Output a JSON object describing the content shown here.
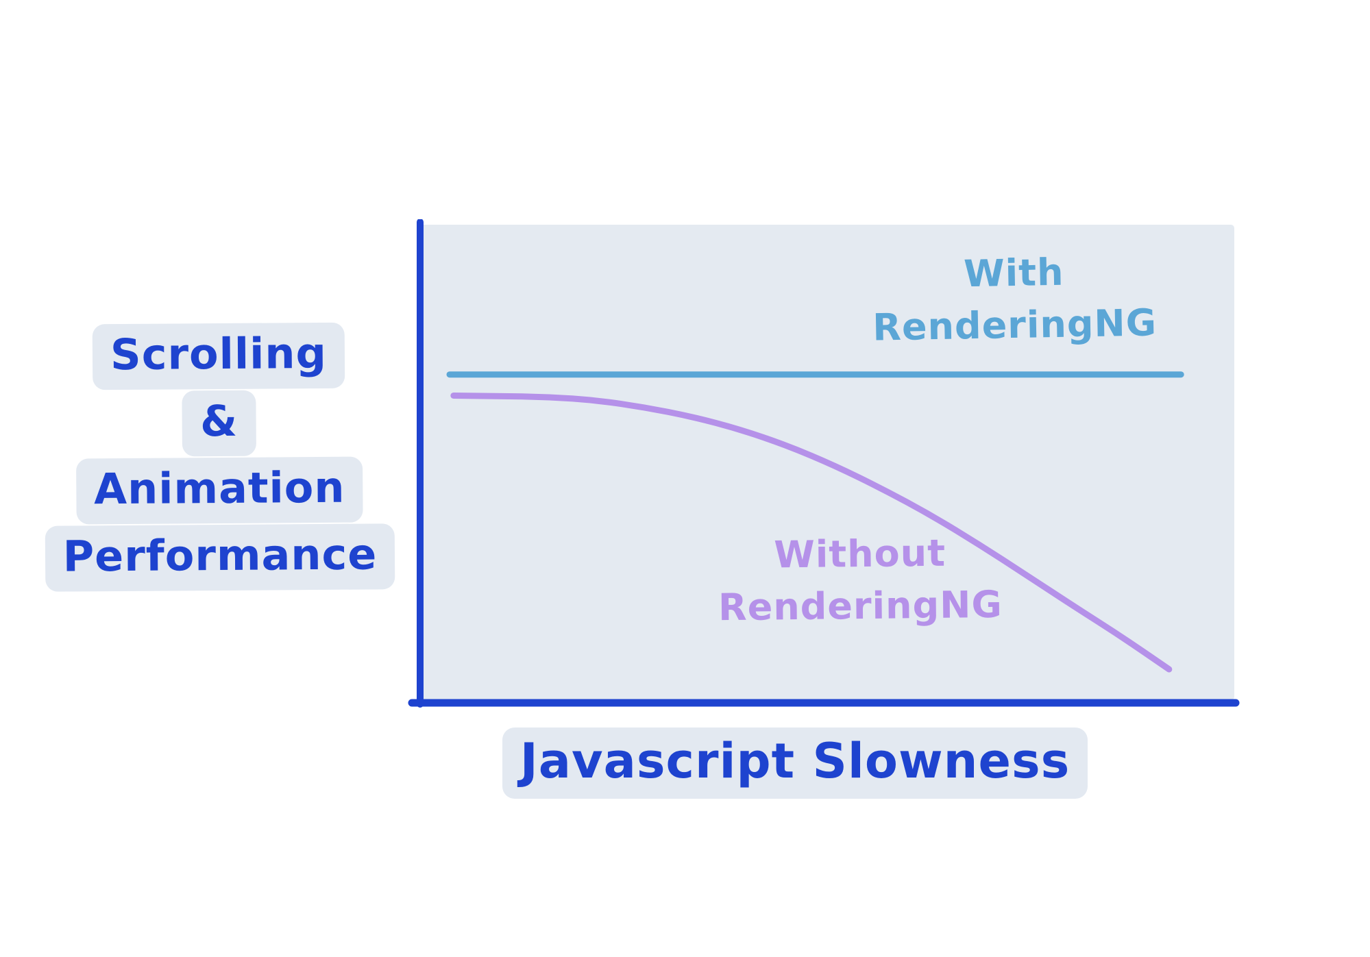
{
  "colors": {
    "page_bg": "#ffffff",
    "axis_blue": "#1e43cf",
    "teal": "#5ba6d6",
    "purple": "#b591e9",
    "plot_bg": "#e4eaf1",
    "highlight": "#e3e9f1"
  },
  "y_axis_label": {
    "lines": [
      "Scrolling",
      "&",
      "Animation",
      "Performance"
    ]
  },
  "x_axis_label": "Javascript Slowness",
  "series_labels": {
    "with": {
      "lines": [
        "With",
        "RenderingNG"
      ]
    },
    "without": {
      "lines": [
        "Without",
        "RenderingNG"
      ]
    }
  },
  "chart_data": {
    "type": "line",
    "title": "",
    "xlabel": "Javascript Slowness",
    "ylabel": "Scrolling & Animation Performance",
    "xlim": [
      0,
      10
    ],
    "ylim": [
      0,
      10
    ],
    "x_ticks": [],
    "y_ticks": [],
    "grid": false,
    "legend_position": "inline labels next to lines (hand-drawn sketch, no numeric axes)",
    "series": [
      {
        "name": "With RenderingNG",
        "color": "#5ba6d6",
        "x": [
          0.25,
          9.45
        ],
        "y": [
          6.9,
          6.9
        ],
        "shape": "flat horizontal line - performance stays constant as JavaScript slowness increases"
      },
      {
        "name": "Without RenderingNG",
        "color": "#b591e9",
        "x": [
          0.3,
          0.9,
          1.5,
          2.1,
          2.7,
          3.3,
          3.9,
          4.5,
          5.1,
          5.7,
          6.3,
          6.9,
          7.5,
          8.1,
          8.7,
          9.3
        ],
        "y": [
          6.45,
          6.44,
          6.42,
          6.35,
          6.2,
          6.0,
          5.73,
          5.38,
          4.95,
          4.45,
          3.9,
          3.28,
          2.62,
          1.95,
          1.3,
          0.6
        ],
        "shape": "starts just below the 'With RenderingNG' line, stays flat, then declines increasingly steeply as JavaScript slowness increases"
      }
    ]
  }
}
